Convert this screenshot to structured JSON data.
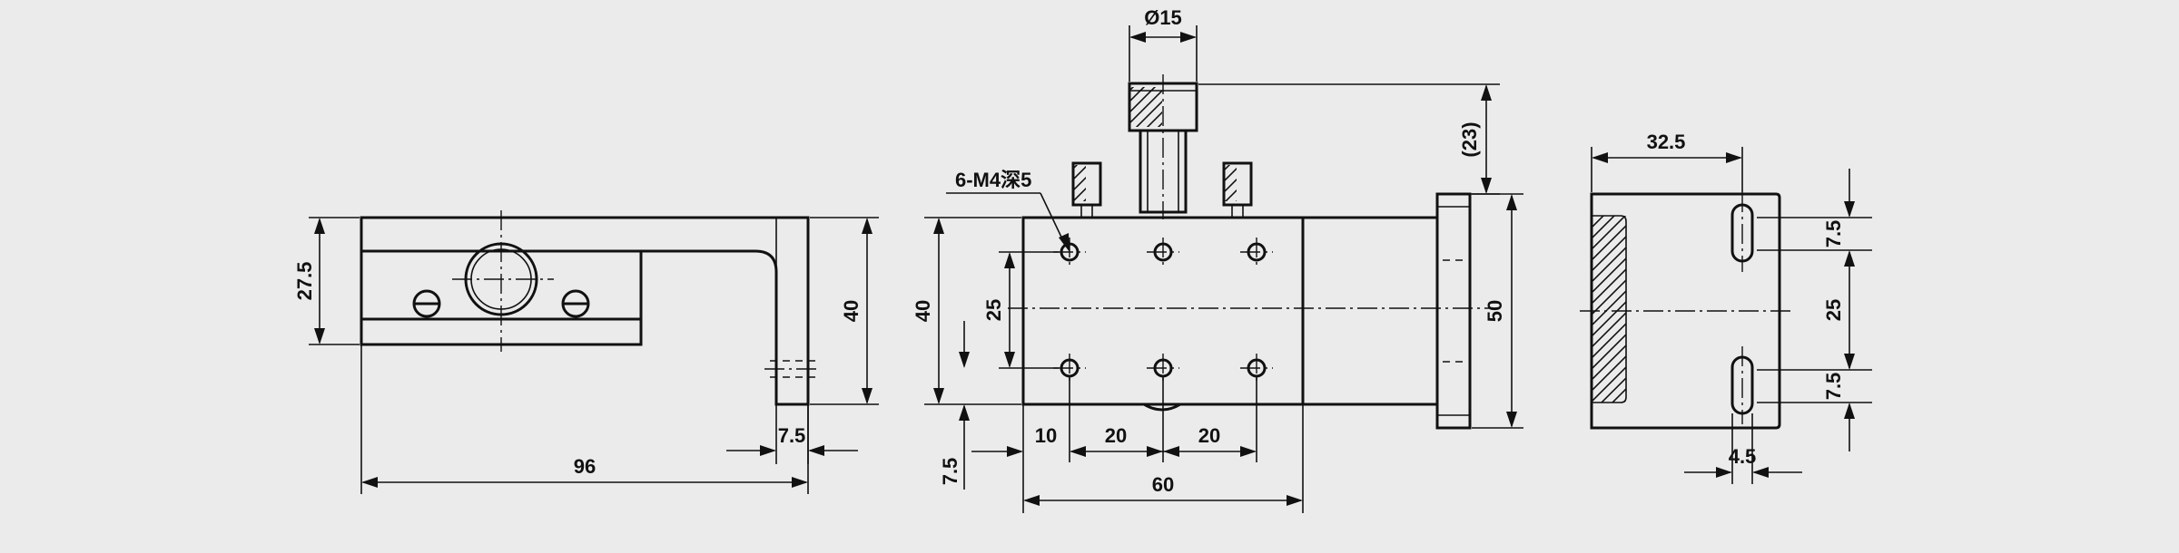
{
  "dimensions": {
    "bracket_height": "27.5",
    "bracket_width": "96",
    "bracket_side_height": "40",
    "bracket_flange": "7.5",
    "thread_callout": "6-M4深5",
    "knob_diameter": "Ø15",
    "knob_height": "(23)",
    "body_height": "40",
    "hole_row_spacing": "25",
    "hole_offset_x": "10",
    "hole_pitch_1": "20",
    "hole_pitch_2": "20",
    "hole_offset_y": "7.5",
    "body_length": "60",
    "flange_height": "50",
    "plate_width": "32.5",
    "slot_top": "7.5",
    "slot_spacing": "25",
    "slot_bottom": "7.5",
    "slot_width": "4.5"
  }
}
